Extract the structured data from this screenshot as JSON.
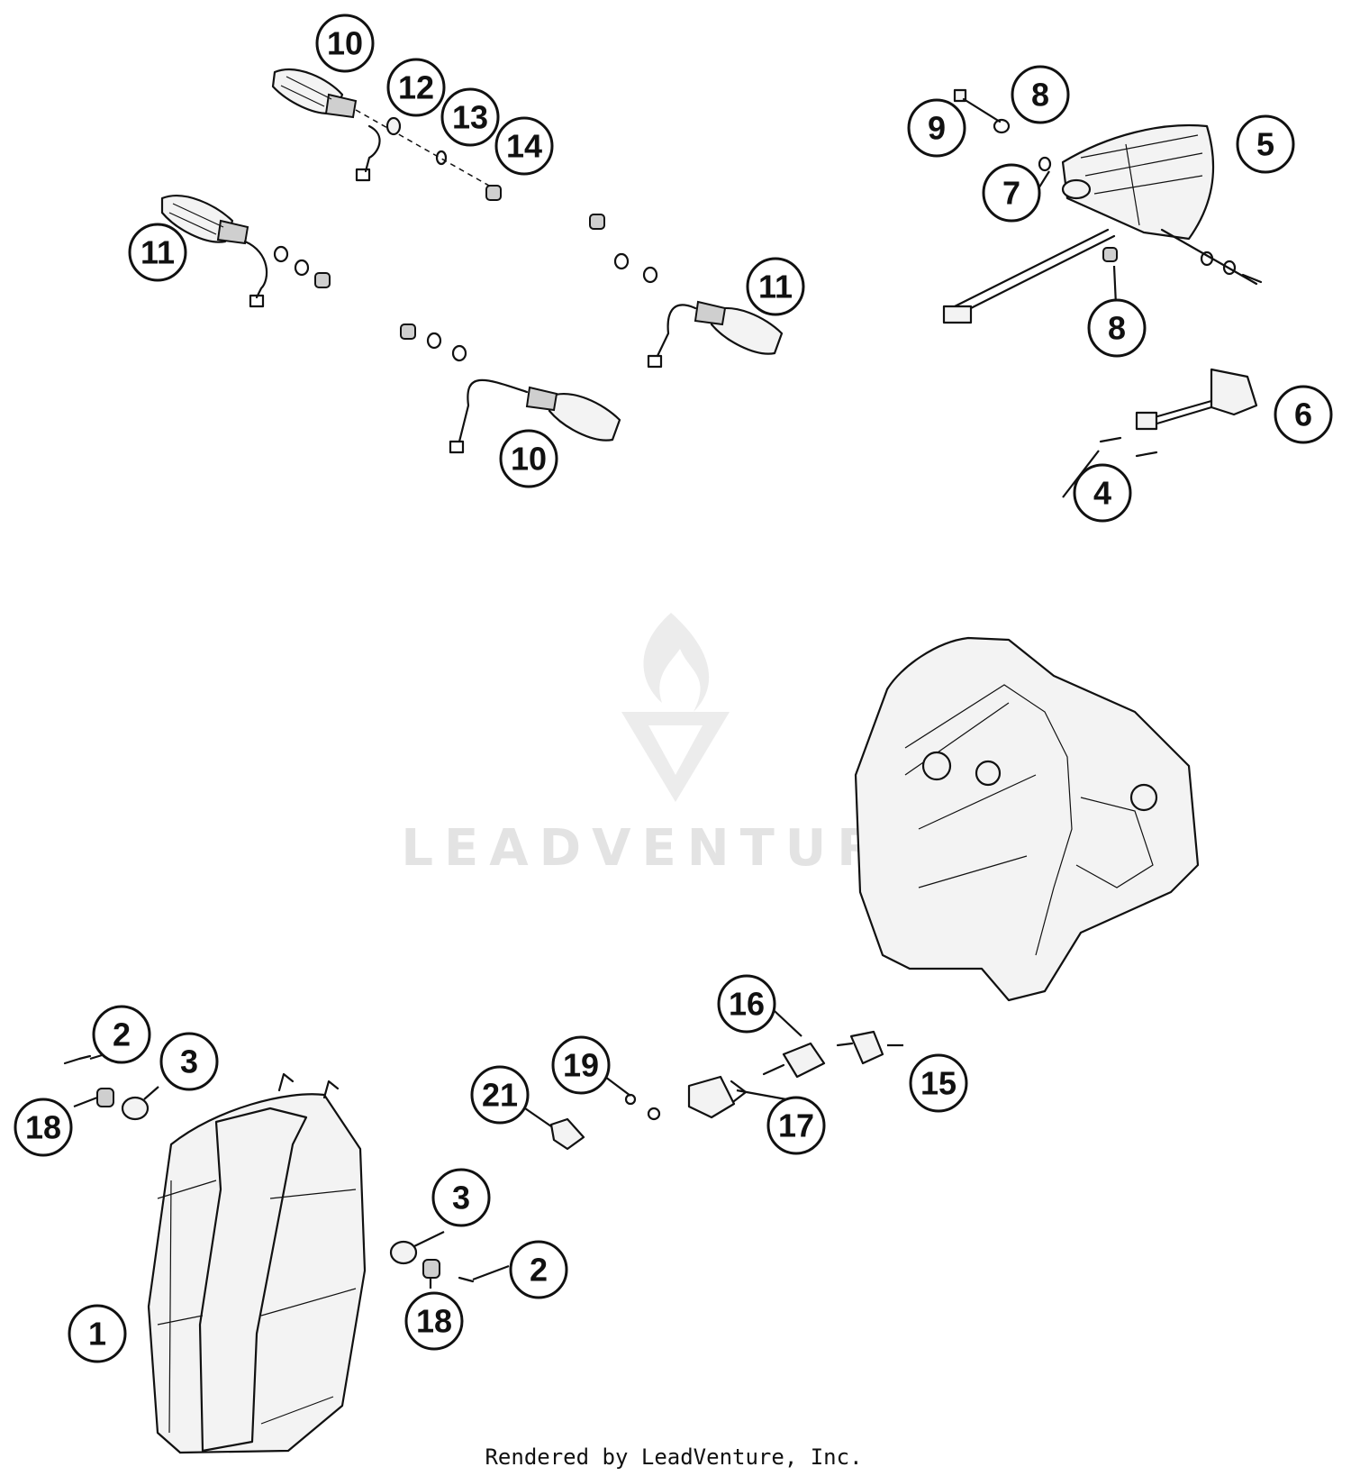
{
  "watermark": {
    "text": "LEADVENTURE"
  },
  "footer": {
    "text": "Rendered by LeadVenture, Inc."
  },
  "callouts": [
    {
      "label": "10"
    },
    {
      "label": "12"
    },
    {
      "label": "13"
    },
    {
      "label": "14"
    },
    {
      "label": "11"
    },
    {
      "label": "11"
    },
    {
      "label": "10"
    },
    {
      "label": "8"
    },
    {
      "label": "9"
    },
    {
      "label": "5"
    },
    {
      "label": "7"
    },
    {
      "label": "8"
    },
    {
      "label": "6"
    },
    {
      "label": "4"
    },
    {
      "label": "16"
    },
    {
      "label": "15"
    },
    {
      "label": "19"
    },
    {
      "label": "21"
    },
    {
      "label": "17"
    },
    {
      "label": "2"
    },
    {
      "label": "3"
    },
    {
      "label": "18"
    },
    {
      "label": "3"
    },
    {
      "label": "2"
    },
    {
      "label": "18"
    },
    {
      "label": "1"
    }
  ]
}
